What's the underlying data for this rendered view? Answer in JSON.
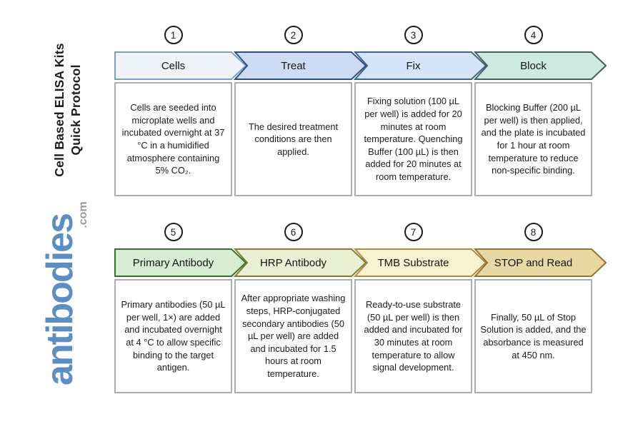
{
  "header": {
    "title_line1": "Cell Based ELISA Kits",
    "title_line2": "Quick Protocol"
  },
  "brand": {
    "logo_text": "antibodies",
    "logo_suffix": ".com",
    "logo_color": "#5b8ec2",
    "logo_suffix_color": "#9a9a9a"
  },
  "steps": [
    {
      "number": "1",
      "label": "Cells",
      "description": "Cells are seeded into microplate wells and incubated overnight at 37 °C in a humidified atmosphere containing 5% CO₂.",
      "fill": "#eef3fa",
      "stroke": "#7f9dc1"
    },
    {
      "number": "2",
      "label": "Treat",
      "description": "The desired treatment conditions are then applied.",
      "fill": "#cddcf4",
      "stroke": "#2f4e73"
    },
    {
      "number": "3",
      "label": "Fix",
      "description": "Fixing solution (100 µL per well) is added for 20 minutes at room temperature. Quenching Buffer (100 µL) is then added for 20 minutes at room temperature.",
      "fill": "#d5e4f8",
      "stroke": "#3e648b"
    },
    {
      "number": "4",
      "label": "Block",
      "description": "Blocking Buffer (200 µL per well) is then applied, and the plate is incubated for 1 hour at room temperature to reduce non-specific binding.",
      "fill": "#cdeae0",
      "stroke": "#40605e"
    },
    {
      "number": "5",
      "label": "Primary Antibody",
      "description": "Primary antibodies (50 µL per well, 1×) are added and incubated overnight at 4 °C to allow specific binding to the target antigen.",
      "fill": "#d8ecd3",
      "stroke": "#3e6d31"
    },
    {
      "number": "6",
      "label": "HRP Antibody",
      "description": "After appropriate washing steps, HRP-conjugated secondary antibodies (50 µL per well) are added and incubated for 1.5 hours at room temperature.",
      "fill": "#e8f0d1",
      "stroke": "#827d33"
    },
    {
      "number": "7",
      "label": "TMB Substrate",
      "description": "Ready-to-use substrate (50 µL per well) is then added and incubated for 30 minutes at room temperature to allow signal development.",
      "fill": "#f8f2d0",
      "stroke": "#ad8c42"
    },
    {
      "number": "8",
      "label": "STOP and Read",
      "description": "Finally, 50 µL of Stop Solution is added, and the absorbance is measured at 450 nm.",
      "fill": "#e8d8a4",
      "stroke": "#957329"
    }
  ]
}
